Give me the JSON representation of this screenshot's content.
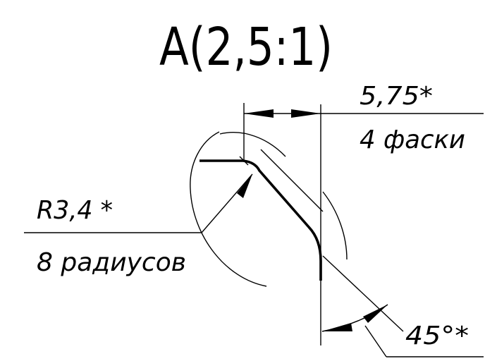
{
  "view": {
    "title": "A(2,5:1)",
    "colors": {
      "line": "#000000",
      "background": "#ffffff"
    }
  },
  "dimensions": {
    "chamfer": {
      "value": "5,75*",
      "note": "4 фаски"
    },
    "radius": {
      "value": "R3,4 *",
      "note": "8 радиусов"
    },
    "angle": {
      "value": "45°*"
    }
  }
}
